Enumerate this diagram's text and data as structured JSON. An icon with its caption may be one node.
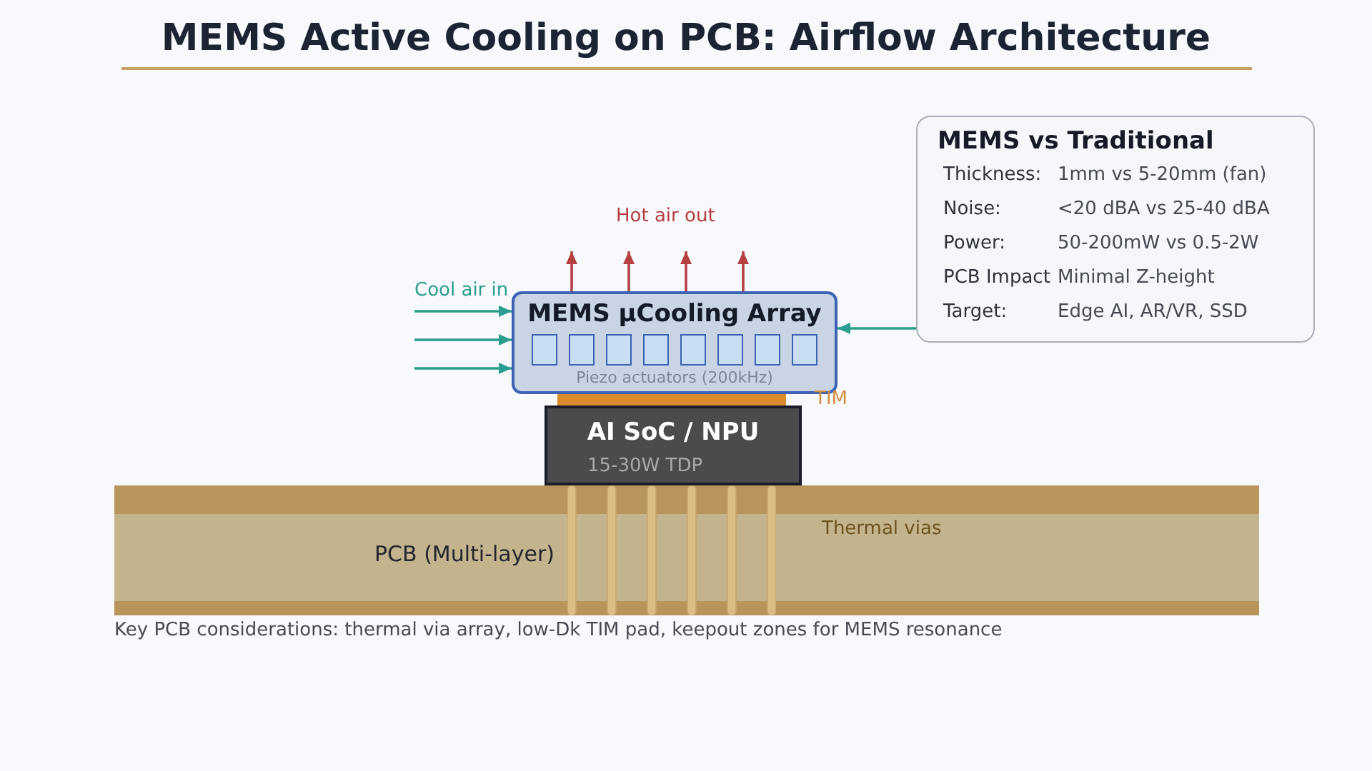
{
  "diagram": {
    "title": "MEMS Active Cooling on PCB: Airflow Architecture",
    "caption": "Key PCB considerations: thermal via array, low-Dk TIM pad, keepout zones for MEMS resonance",
    "nodes": [
      {
        "text": [
          "MEMS µCooling Array",
          "Piezo actuators (200kHz)"
        ]
      },
      {
        "text": [
          "TIM"
        ]
      },
      {
        "text": [
          "AI SoC / NPU",
          "15-30W TDP"
        ]
      },
      {
        "text": [
          "PCB (Multi-layer)"
        ]
      },
      {
        "text": [
          "MEMS vs Traditional",
          "Thickness:",
          "1mm vs 5-20mm (fan)",
          "Noise:",
          "<20 dBA vs 25-40 dBA",
          "Power:",
          "50-200mW vs 0.5-2W",
          "PCB Impact",
          "Minimal Z-height",
          "Target:",
          "Edge AI, AR/VR, SSD"
        ]
      }
    ],
    "edges": [
      {
        "from": null,
        "to": 0,
        "arrow": "to"
      },
      {
        "from": null,
        "to": 0,
        "arrow": "to"
      },
      {
        "from": null,
        "to": 0,
        "arrow": "to"
      },
      {
        "from": 0,
        "to": null,
        "arrow": "to",
        "color": "#b5403f"
      },
      {
        "from": 0,
        "to": null,
        "arrow": "to",
        "color": "#b5403f"
      },
      {
        "from": 0,
        "to": null,
        "arrow": "to",
        "color": "#b5403f"
      },
      {
        "from": 0,
        "to": null,
        "arrow": "to",
        "color": "#b5403f"
      },
      {
        "from": 4,
        "to": 0,
        "arrow": "to"
      }
    ],
    "labels": [
      "Cool air in",
      "Hot air out",
      "Thermal vias"
    ]
  }
}
